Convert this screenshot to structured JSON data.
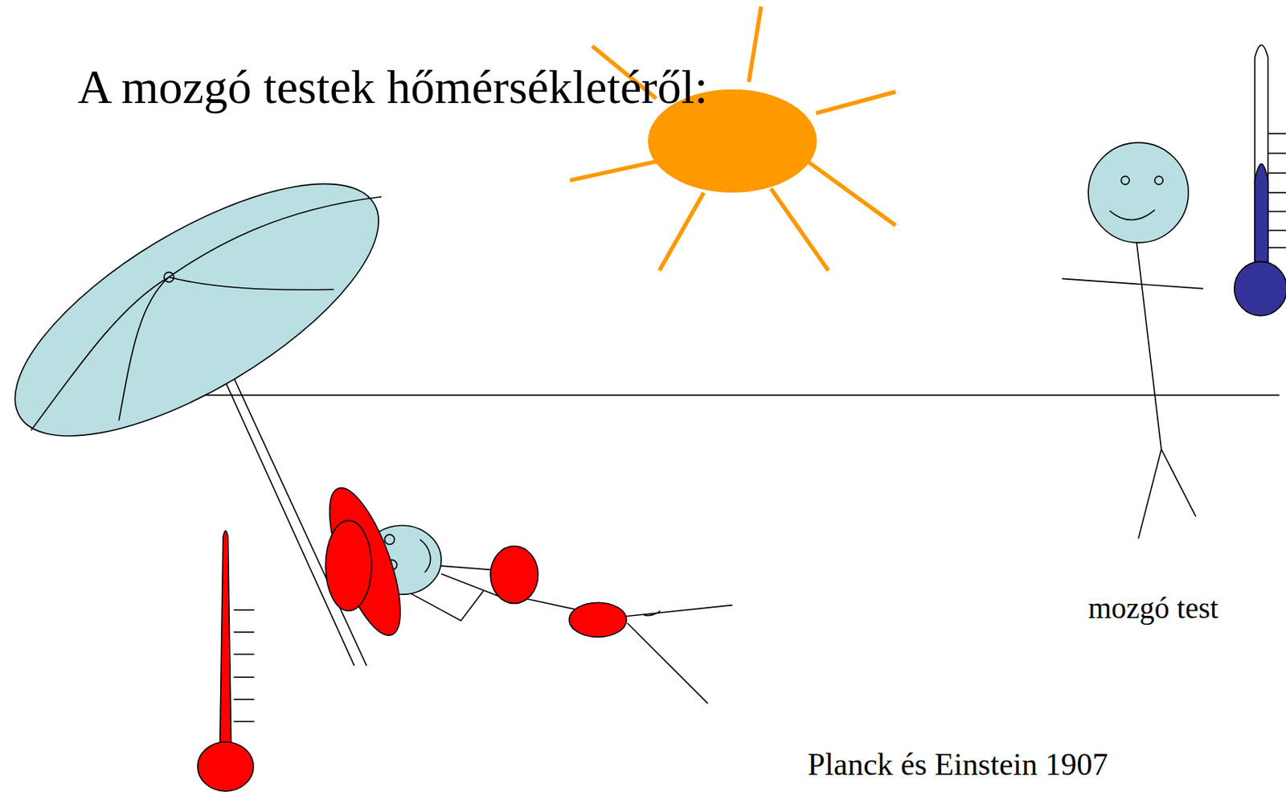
{
  "diagram": {
    "title": "A mozgó testek hőmérsékletéről:",
    "labels": [
      "mozgó test",
      "Planck és Einstein 1907"
    ]
  }
}
